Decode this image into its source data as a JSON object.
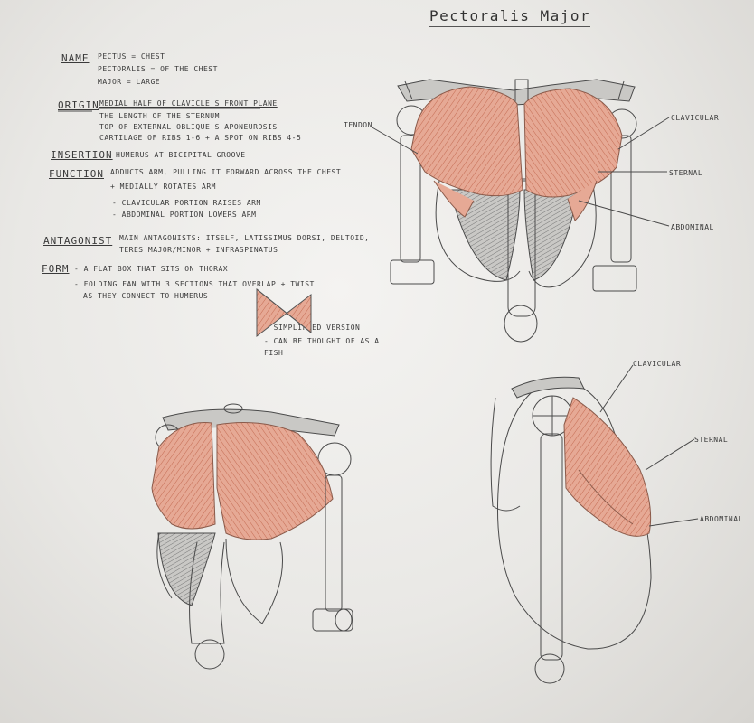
{
  "title": "Pectoralis Major",
  "notes": {
    "name_heading": "Name",
    "name_lines": [
      "Pectus = Chest",
      "Pectoralis = of the chest",
      "Major = Large"
    ],
    "origin_heading": "Origin",
    "origin_lines": [
      "Medial half of clavicle's front plane",
      "The length of the sternum",
      "Top of external oblique's aponeurosis",
      "Cartilage of ribs 1-6 + a spot on ribs 4-5"
    ],
    "insertion_heading": "Insertion",
    "insertion_text": "Humerus at bicipital groove",
    "function_heading": "Function",
    "function_lines": [
      "Adducts arm, pulling it forward across the chest",
      "+ Medially rotates arm",
      "- Clavicular portion raises arm",
      "- Abdominal portion lowers arm"
    ],
    "antagonist_heading": "Antagonist",
    "antagonist_lines": [
      "Main antagonists: itself, latissimus dorsi, deltoid,",
      "teres major/minor + infraspinatus"
    ],
    "form_heading": "Form",
    "form_lines": [
      "- A flat box that sits on thorax",
      "- Folding fan with 3 sections that overlap + twist",
      "as they connect to humerus"
    ],
    "simplified_lines": [
      "- Simplified version",
      "- Can be thought of as a",
      "fish"
    ]
  },
  "labels": {
    "tendon": "Tendon",
    "clavicular_1": "Clavicular",
    "sternal_1": "Sternal",
    "abdominal_1": "Abdominal",
    "clavicular_2": "Clavicular",
    "sternal_2": "Sternal",
    "abdominal_2": "Abdominal"
  },
  "colors": {
    "muscle": "#e0a08a",
    "muscle_dark": "#c9735a",
    "pencil": "#4a4a4a",
    "shade": "#9a9a9a"
  }
}
